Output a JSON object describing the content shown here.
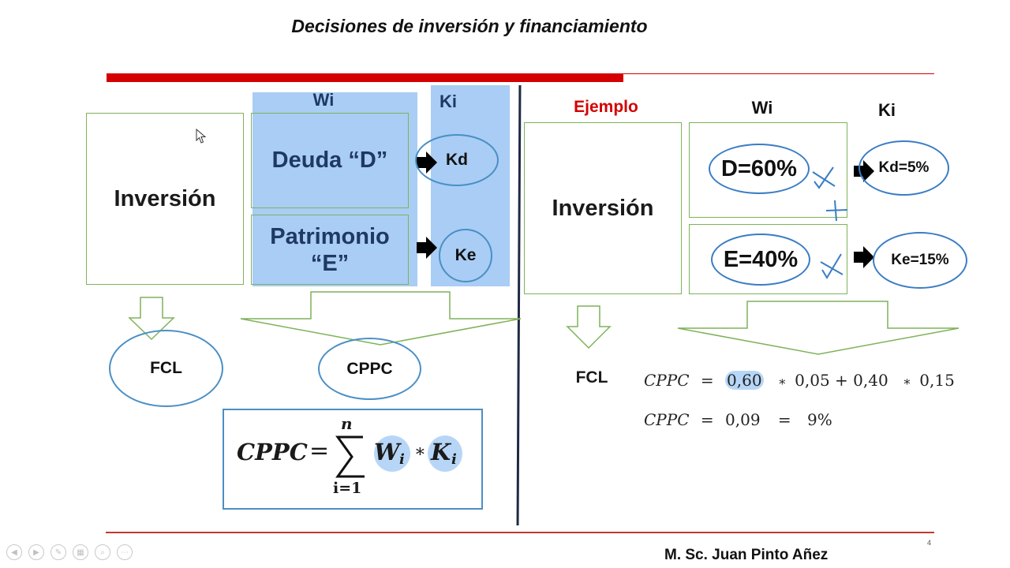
{
  "slide": {
    "title": "Decisiones de inversión y financiamiento",
    "author": "M. Sc. Juan Pinto Añez",
    "page_number": "4"
  },
  "left": {
    "wi_header": "Wi",
    "ki_header": "Ki",
    "inversion": "Inversión",
    "deuda": "Deuda “D”",
    "patrimonio_line1": "Patrimonio",
    "patrimonio_line2": "“E”",
    "kd": "Kd",
    "ke": "Ke",
    "fcl": "FCL",
    "cppc": "CPPC",
    "formula": {
      "lhs": "CPPC",
      "equals": "=",
      "sum_upper": "n",
      "sum_lower": "i=1",
      "w": "W",
      "w_sub": "i",
      "times": "∗",
      "k": "K",
      "k_sub": "i"
    }
  },
  "right": {
    "ejemplo": "Ejemplo",
    "wi_header": "Wi",
    "ki_header": "Ki",
    "inversion": "Inversión",
    "d_share": "D=60%",
    "e_share": "E=40%",
    "kd_rate": "Kd=5%",
    "ke_rate": "Ke=15%",
    "fcl": "FCL",
    "equation1": {
      "lhs": "CPPC",
      "eq": "=",
      "w1": "0,60",
      "t1": "∗",
      "k1": "0,05",
      "plus": "+",
      "w2": "0,40",
      "t2": "∗",
      "k2": "0,15"
    },
    "equation2": {
      "lhs": "CPPC",
      "eq": "=",
      "value": "0,09",
      "eq2": "=",
      "percent": "9%"
    }
  },
  "toolbar": {
    "icons": [
      "prev-icon",
      "next-icon",
      "pen-icon",
      "slides-icon",
      "zoom-icon",
      "more-icon"
    ]
  }
}
